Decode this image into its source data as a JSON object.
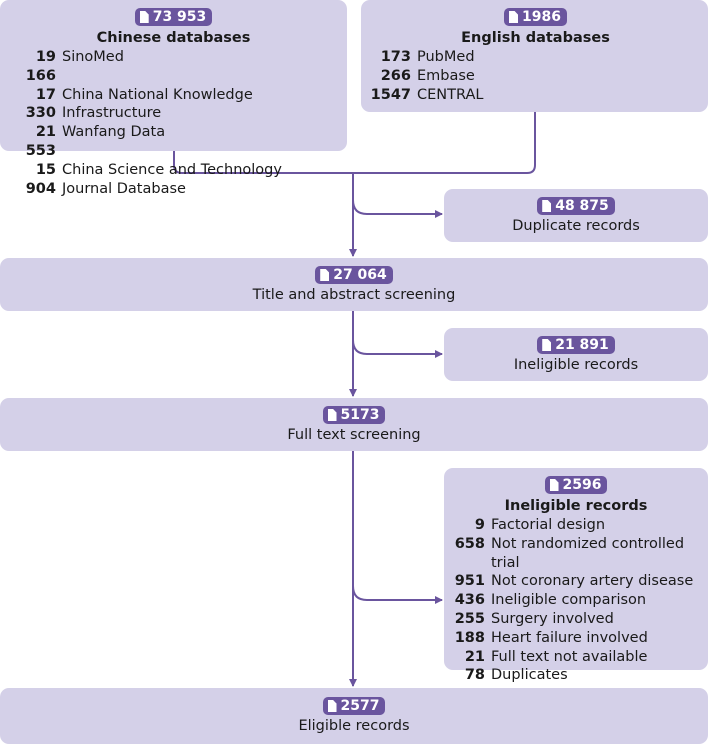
{
  "colors": {
    "box_fill": "#d4d0e8",
    "badge": "#6a559e",
    "connector": "#6a559e"
  },
  "chinese": {
    "count": "73 953",
    "title": "Chinese databases",
    "rows": [
      {
        "num": "19 166",
        "label": "SinoMed"
      },
      {
        "num": "17 330",
        "label": "China National Knowledge Infrastructure"
      },
      {
        "num": "21 553",
        "label": "Wanfang Data"
      },
      {
        "num": "15 904",
        "label": "China Science and Technology Journal Database"
      }
    ]
  },
  "english": {
    "count": "1986",
    "title": "English databases",
    "rows": [
      {
        "num": "173",
        "label": "PubMed"
      },
      {
        "num": "266",
        "label": "Embase"
      },
      {
        "num": "1547",
        "label": "CENTRAL"
      }
    ]
  },
  "duplicates": {
    "count": "48 875",
    "label": "Duplicate records"
  },
  "title_abstract": {
    "count": "27 064",
    "label": "Title and abstract screening"
  },
  "ineligible1": {
    "count": "21 891",
    "label": "Ineligible records"
  },
  "full_text": {
    "count": "5173",
    "label": "Full text screening"
  },
  "ineligible2": {
    "count": "2596",
    "title": "Ineligible records",
    "rows": [
      {
        "num": "9",
        "label": "Factorial design"
      },
      {
        "num": "658",
        "label": "Not randomized controlled trial"
      },
      {
        "num": "951",
        "label": "Not coronary artery disease"
      },
      {
        "num": "436",
        "label": "Ineligible comparison"
      },
      {
        "num": "255",
        "label": "Surgery involved"
      },
      {
        "num": "188",
        "label": "Heart failure involved"
      },
      {
        "num": "21",
        "label": "Full text not available"
      },
      {
        "num": "78",
        "label": "Duplicates"
      }
    ]
  },
  "eligible": {
    "count": "2577",
    "label": "Eligible records"
  }
}
